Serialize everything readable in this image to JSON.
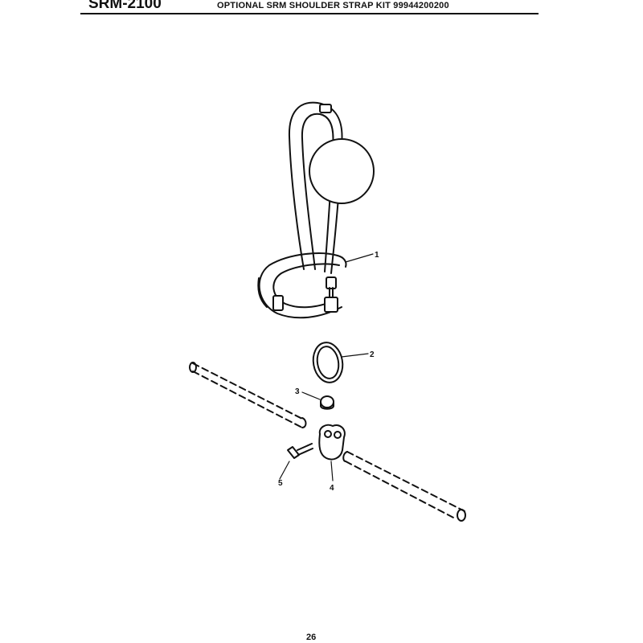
{
  "header": {
    "model": "SRM-2100",
    "title": "OPTIONAL SRM SHOULDER STRAP KIT 99944200200"
  },
  "callouts": [
    "1",
    "2",
    "3",
    "4",
    "5"
  ],
  "footer": {
    "page_number": "26"
  }
}
